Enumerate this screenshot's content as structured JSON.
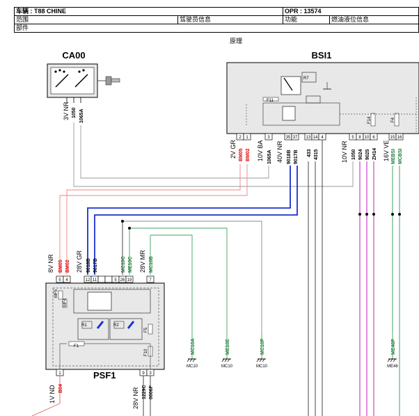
{
  "header": {
    "vehicle": "车辆 : T88 CHINE",
    "opr": "OPR : 13574",
    "scope_label": "范围",
    "scope_value": "驾驶员信息",
    "function_label": "功能",
    "function_value": "燃油液位信息",
    "part_label": "部件"
  },
  "subtitle": "原理",
  "components": {
    "ca00": "CA00",
    "bsi1": "BSI1",
    "psf1": "PSF1"
  },
  "ca00_pins": {
    "voltage": "3V NR",
    "p1": "1050",
    "p2": "1065A"
  },
  "bsi1": {
    "fuse_f11": "F11",
    "relay_r7": "R7",
    "fuse_f14": "F14",
    "fuse_f4": "F4",
    "conn_left_voltage": "2V GR",
    "conn_left_wires": [
      "BM05",
      "BM02"
    ],
    "conn_left_pins": [
      "2",
      "1"
    ],
    "conn_mid_voltage": "10V BA",
    "conn_mid_wire": "1065A",
    "conn_mid_pin": "3",
    "conn_40v_voltage": "40V NR",
    "conn_40v_wires": [
      "9018B",
      "9017B"
    ],
    "conn_40v_pins": [
      "35",
      "37"
    ],
    "wires_extra": [
      "433",
      "4315"
    ],
    "pins_extra": [
      "13",
      "14",
      "4"
    ],
    "conn_right_voltage": "10V NR",
    "conn_right_wires": [
      "1050",
      "9024",
      "9025",
      "ZH14"
    ],
    "conn_right_pins": [
      "5",
      "8",
      "10",
      "6"
    ],
    "conn_16v_voltage": "16V VE",
    "conn_16v_wires": [
      "MEBSI",
      "MCBSI"
    ],
    "conn_16v_pins": [
      "15",
      "16"
    ]
  },
  "psf1": {
    "conn_8v": "8V NR",
    "wires_8v": [
      "BM05",
      "BM02"
    ],
    "pins_8v": [
      "5",
      "4"
    ],
    "conn_28v_gr": "28V GR",
    "wires_28v_gr": [
      "9018B",
      "9017B"
    ],
    "pins_28v_gr": [
      "12",
      "11"
    ],
    "mid_wires": [
      "MC10C",
      "ME10C"
    ],
    "mid_pins": [
      "5",
      "26",
      "19"
    ],
    "conn_28v_mr": "28V MR",
    "wire_28v_mr": "MC10B",
    "pin_28v_mr": "7",
    "fuse_mf5": "MF5",
    "fuse_mf4": "MF4",
    "fuse_f1": "F1",
    "relay_r1": "R1",
    "relay_r2": "R2",
    "fuse_f5": "F5",
    "fuse_f10": "F10",
    "bottom_left_voltage": "1V ND",
    "bottom_left_wire": "B04",
    "bottom_left_pin": "1",
    "bottom_right_voltage": "28V NR",
    "bottom_right_wires": [
      "1229C",
      "0006F"
    ],
    "bottom_right_pins": [
      "9",
      "3"
    ]
  },
  "grounds": [
    {
      "wire": "MC10A",
      "name": "MC10"
    },
    {
      "wire": "ME10E",
      "name": "MC10"
    },
    {
      "wire": "MC10P",
      "name": "MC10"
    },
    {
      "wire": "ME46P",
      "name": "ME46"
    }
  ]
}
